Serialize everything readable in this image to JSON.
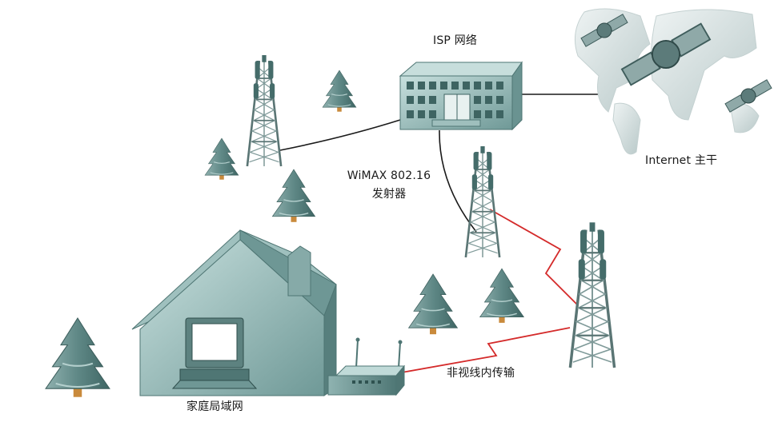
{
  "labels": {
    "isp": "ISP 网络",
    "internet": "Internet 主干",
    "wimax_line1": "WiMAX 802.16",
    "wimax_line2": "发射器",
    "nlos": "非视线内传输",
    "home_lan": "家庭局域网"
  },
  "colors": {
    "teal_light": "#b9d6d4",
    "teal_mid": "#7fa7a5",
    "teal_dark": "#4e7573",
    "tree": "#5f8886",
    "trunk": "#c98a3c",
    "wireless_link": "#d42a2a",
    "cable": "#1a1a1a"
  },
  "icons": [
    "building-icon",
    "world-map-icon",
    "satellite-icon",
    "tower-icon",
    "tree-icon",
    "house-icon",
    "monitor-icon",
    "router-icon"
  ]
}
